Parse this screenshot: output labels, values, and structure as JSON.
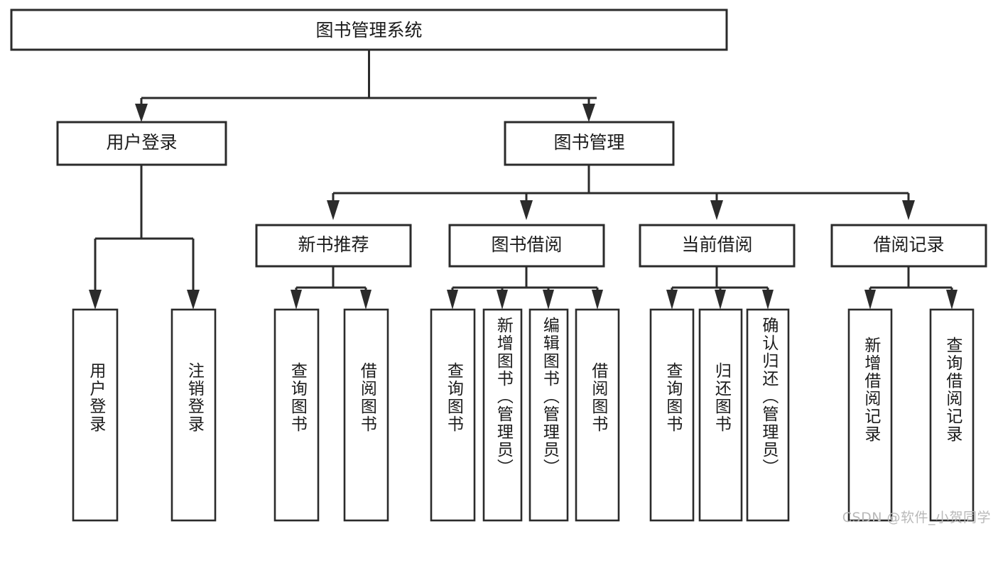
{
  "diagram": {
    "type": "tree",
    "title": "图书管理系统",
    "root": {
      "id": "root",
      "label": "图书管理系统",
      "orientation": "horizontal"
    },
    "level2": [
      {
        "id": "user-login",
        "label": "用户登录",
        "orientation": "horizontal"
      },
      {
        "id": "book-manage",
        "label": "图书管理",
        "orientation": "horizontal"
      }
    ],
    "level3": [
      {
        "id": "new-book-rec",
        "label": "新书推荐",
        "orientation": "horizontal",
        "parent": "book-manage"
      },
      {
        "id": "book-borrow",
        "label": "图书借阅",
        "orientation": "horizontal",
        "parent": "book-manage"
      },
      {
        "id": "current-borrow",
        "label": "当前借阅",
        "orientation": "horizontal",
        "parent": "book-manage"
      },
      {
        "id": "borrow-record",
        "label": "借阅记录",
        "orientation": "horizontal",
        "parent": "book-manage"
      }
    ],
    "leaves": [
      {
        "id": "leaf-user-login",
        "label": "用户登录",
        "orientation": "vertical",
        "parent": "user-login"
      },
      {
        "id": "leaf-user-logout",
        "label": "注销登录",
        "orientation": "vertical",
        "parent": "user-login"
      },
      {
        "id": "leaf-query-book-1",
        "label": "查询图书",
        "orientation": "vertical",
        "parent": "new-book-rec"
      },
      {
        "id": "leaf-borrow-book-1",
        "label": "借阅图书",
        "orientation": "vertical",
        "parent": "new-book-rec"
      },
      {
        "id": "leaf-query-book-2",
        "label": "查询图书",
        "orientation": "vertical",
        "parent": "book-borrow"
      },
      {
        "id": "leaf-add-book",
        "label": "新增图书（管理员）",
        "orientation": "vertical",
        "parent": "book-borrow"
      },
      {
        "id": "leaf-edit-book",
        "label": "编辑图书（管理员）",
        "orientation": "vertical",
        "parent": "book-borrow"
      },
      {
        "id": "leaf-borrow-book-2",
        "label": "借阅图书",
        "orientation": "vertical",
        "parent": "book-borrow"
      },
      {
        "id": "leaf-query-book-3",
        "label": "查询图书",
        "orientation": "vertical",
        "parent": "current-borrow"
      },
      {
        "id": "leaf-return-book",
        "label": "归还图书",
        "orientation": "vertical",
        "parent": "current-borrow"
      },
      {
        "id": "leaf-confirm-return",
        "label": "确认归还（管理员）",
        "orientation": "vertical",
        "parent": "current-borrow"
      },
      {
        "id": "leaf-add-record",
        "label": "新增借阅记录",
        "orientation": "vertical",
        "parent": "borrow-record"
      },
      {
        "id": "leaf-query-record",
        "label": "查询借阅记录",
        "orientation": "vertical",
        "parent": "borrow-record"
      }
    ],
    "colors": {
      "background": "#ffffff",
      "box_fill": "#ffffff",
      "box_stroke": "#2b2b2b",
      "text": "#1b1b1b",
      "watermark": "#b9b9b9"
    }
  },
  "watermark": {
    "text": "CSDN @软件_小贺同学"
  }
}
